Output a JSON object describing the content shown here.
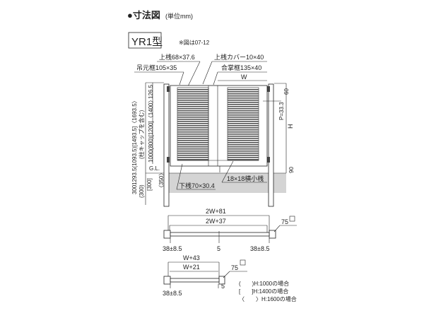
{
  "header": {
    "title": "●寸法図",
    "unit": "(単位mm)",
    "model": "YR1型",
    "note": "※図は07-12"
  },
  "elevation": {
    "labels": {
      "top_rail": "上桟68×37.6",
      "top_rail_cover": "上桟カバー10×40",
      "hinge_stile": "吊元框105×35",
      "meeting_stile": "合掌框135×40",
      "width": "W",
      "pitch": "P=33.3",
      "top_offset": "60",
      "height": "H",
      "bottom_gap": "90",
      "bottom_rail": "下桟70×30.4",
      "slat": "18×18横小桟",
      "ground_line": "G.L.",
      "post_height": "1293.5(1093.5)[1493.5]〈1693.5〉",
      "post_cap_note": "(柱キャップを含む)",
      "hinge_top": "126.5",
      "hinge_span": "1000(800)[1200]〈1400〉",
      "embed": "300",
      "embed_alt": "(300)",
      "embed_b": "[300]",
      "embed_c": "〈350〉"
    }
  },
  "plan_double": {
    "overall": "2W+81",
    "inner": "2W+37",
    "post_size": "75",
    "left_gap": "38±8.5",
    "center_gap": "5",
    "right_gap": "38±8.5"
  },
  "plan_single": {
    "overall": "W+43",
    "inner": "W+21",
    "post_size": "75",
    "left_gap": "38±8.5",
    "end_gap": "5"
  },
  "legend": [
    "(　　)H:1000の場合",
    "[　　]H:1400の場合",
    "〈　　〉H:1600の場合"
  ]
}
